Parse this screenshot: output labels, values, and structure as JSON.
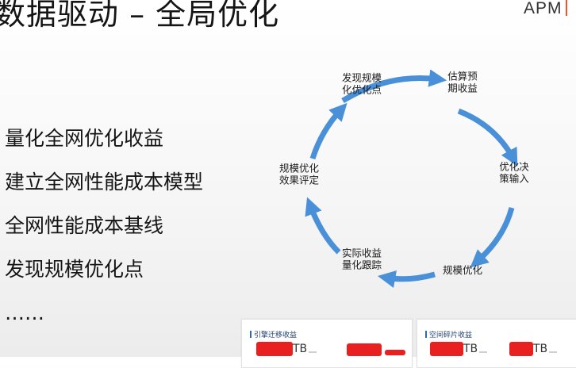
{
  "slide": {
    "title": "数据驱动 – 全局优化",
    "logo_text": "APM"
  },
  "bullets": [
    "量化全网优化收益",
    "建立全网性能成本模型",
    "全网性能成本基线",
    "发现规模优化点",
    "……"
  ],
  "cycle": {
    "arrow_color": "#4a90d9",
    "nodes": [
      {
        "lines": [
          "发现规模",
          "化优化点"
        ]
      },
      {
        "lines": [
          "估算预",
          "期收益"
        ]
      },
      {
        "lines": [
          "优化决",
          "策输入"
        ]
      },
      {
        "lines": [
          "规模优化"
        ]
      },
      {
        "lines": [
          "实际收益",
          "量化跟踪"
        ]
      },
      {
        "lines": [
          "规模优化",
          "效果评定"
        ]
      }
    ]
  },
  "panels": {
    "left": {
      "title": "引擎迁移收益",
      "unit": "TB"
    },
    "right": {
      "title": "空间碎片收益",
      "unit": "TB"
    }
  },
  "colors": {
    "redaction": "#e8201f",
    "logo_accent": "#e55a2b"
  }
}
